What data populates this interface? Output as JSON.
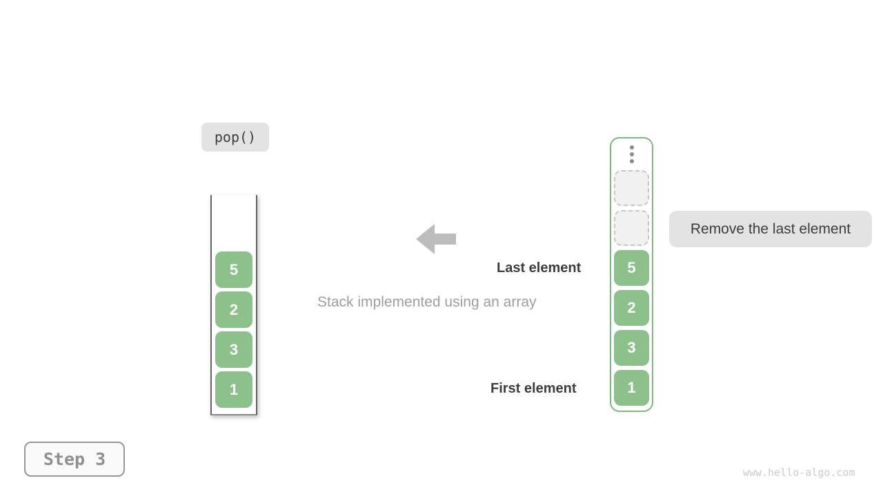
{
  "operation": {
    "label": "pop()"
  },
  "stack": {
    "description": "stack container holding elements bottom-to-top",
    "values": [
      "5",
      "2",
      "3",
      "1"
    ]
  },
  "array": {
    "description": "array representation of the stack",
    "empty_slot_count": 2,
    "ellipsis_icon": "vertical-dots",
    "values": [
      "5",
      "2",
      "3",
      "1"
    ]
  },
  "labels": {
    "last_element": "Last element",
    "first_element": "First element"
  },
  "caption": {
    "text": "Stack implemented using an array"
  },
  "annotation": {
    "text": "Remove the last element"
  },
  "step": {
    "label": "Step 3"
  },
  "watermark": {
    "text": "www.hello-algo.com"
  },
  "icons": {
    "arrow": "left-arrow"
  },
  "colors": {
    "element_green": "#8cc18c",
    "array_border_green": "#7eb87e",
    "label_background": "#e3e3e3",
    "text_dark": "#3d3d3d",
    "caption_gray": "#9e9e9e",
    "arrow_gray": "#bcbcbc",
    "step_gray": "#8f8f8f",
    "watermark_gray": "#cbcbcb",
    "slot_fill": "#f1f1f1",
    "slot_border": "#c6c6c6"
  }
}
